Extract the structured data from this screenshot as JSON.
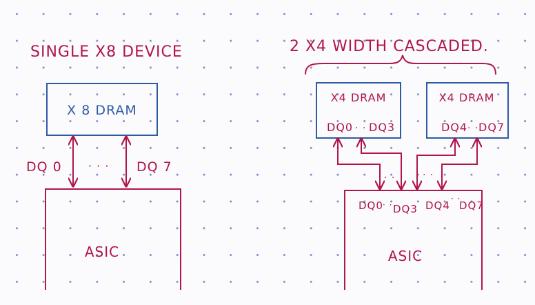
{
  "left": {
    "title": "SINGLE X8 DEVICE",
    "dram_label": "X 8 DRAM",
    "dq_low": "DQ 0",
    "dots": "· · ·",
    "dq_high": "DQ 7",
    "asic_label": "ASIC"
  },
  "right": {
    "title": "2 X4 WIDTH CASCADED.",
    "dram1": {
      "label": "X4 DRAM",
      "dq_range_a": "DQ0",
      "dq_dots": "· ·",
      "dq_range_b": "DQ3"
    },
    "dram2": {
      "label": "X4 DRAM",
      "dq_range_a": "DQ4",
      "dq_dots": "· ·",
      "dq_range_b": "DQ7"
    },
    "bus_dots_left": "· ·",
    "bus_dots_right": "· ·",
    "asic_pins": {
      "p0": "DQ0",
      "dots1": "· ·",
      "p3": "DQ3",
      "p4": "DQ4",
      "dots2": "· ·",
      "p7": "DQ7"
    },
    "asic_label": "ASIC"
  },
  "colors": {
    "ink_red": "#b0164a",
    "ink_blue": "#2f5aa4",
    "grid_dot": "#8a8ad6"
  }
}
